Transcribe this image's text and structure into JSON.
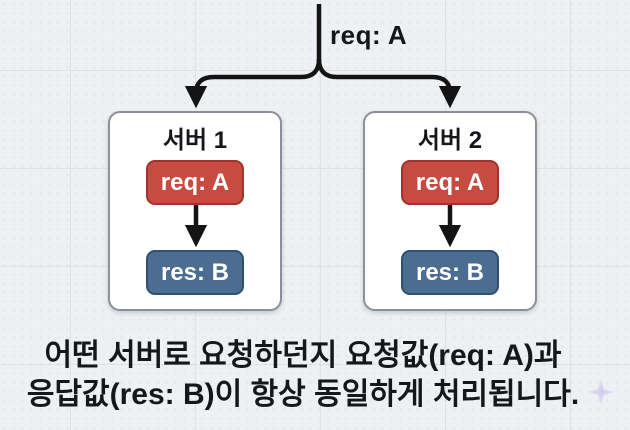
{
  "diagram": {
    "incoming_request_label": "req: A",
    "servers": [
      {
        "title": "서버 1",
        "request_label": "req: A",
        "response_label": "res: B"
      },
      {
        "title": "서버 2",
        "request_label": "req: A",
        "response_label": "res: B"
      }
    ],
    "caption": {
      "line1": "어떤 서버로 요청하던지 요청값(req: A)과",
      "line2": "응답값(res: B)이 항상 동일하게 처리됩니다."
    },
    "colors": {
      "background": "#eef0f3",
      "grid_line": "#dfe2e7",
      "connector": "#141414",
      "request_fill": "#c74b41",
      "request_border": "#9e352c",
      "response_fill": "#4a6d91",
      "response_border": "#30506f",
      "card_fill": "#ffffff",
      "card_border": "#8b9099",
      "text": "#15171a",
      "node_text": "#ffffff",
      "sparkle": "#d8d4f0"
    }
  }
}
